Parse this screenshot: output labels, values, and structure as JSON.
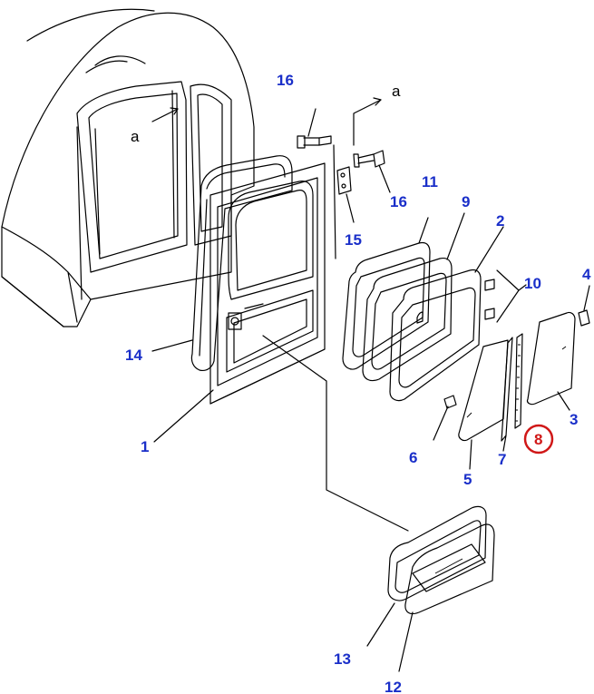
{
  "colors": {
    "callout": "#1a2fc9",
    "highlight": "#d01818",
    "line": "#000000"
  },
  "callouts": {
    "c1": "1",
    "c2": "2",
    "c3": "3",
    "c4": "4",
    "c5": "5",
    "c6": "6",
    "c7": "7",
    "c8": "8",
    "c9": "9",
    "c10": "10",
    "c11": "11",
    "c12": "12",
    "c13": "13",
    "c14": "14",
    "c15": "15",
    "c16a": "16",
    "c16b": "16"
  },
  "references": {
    "a_left": "a",
    "a_right": "a"
  },
  "highlighted_part": "8"
}
